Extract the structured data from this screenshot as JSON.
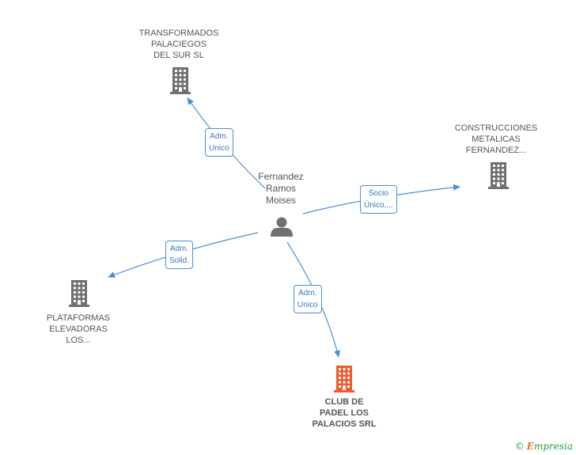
{
  "center_person": {
    "lines": [
      "Fernandez",
      "Ramos",
      "Moises"
    ],
    "icon": "person-icon"
  },
  "companies": [
    {
      "id": "transformados",
      "lines": [
        "TRANSFORMADOS",
        "PALACIEGOS",
        "DEL SUR  SL"
      ],
      "icon": "building-icon",
      "color": "#707070",
      "highlight": false
    },
    {
      "id": "construcciones",
      "lines": [
        "CONSTRUCCIONES",
        "METALICAS",
        "FERNANDEZ..."
      ],
      "icon": "building-icon",
      "color": "#707070",
      "highlight": false
    },
    {
      "id": "plataformas",
      "lines": [
        "PLATAFORMAS",
        "ELEVADORAS",
        "LOS..."
      ],
      "icon": "building-icon",
      "color": "#707070",
      "highlight": false
    },
    {
      "id": "club",
      "lines": [
        "CLUB DE",
        "PADEL LOS",
        "PALACIOS SRL"
      ],
      "icon": "building-icon",
      "color": "#f05a28",
      "highlight": true
    }
  ],
  "relations": [
    {
      "to": "transformados",
      "lines": [
        "Adm.",
        "Unico"
      ]
    },
    {
      "to": "construcciones",
      "lines": [
        "Socio",
        "Único,..."
      ]
    },
    {
      "to": "plataformas",
      "lines": [
        "Adm.",
        "Solid."
      ]
    },
    {
      "to": "club",
      "lines": [
        "Adm.",
        "Unico"
      ]
    }
  ],
  "colors": {
    "edge": "#4a90d9",
    "edge_text": "#3a78c2",
    "building": "#707070",
    "building_focus": "#f05a28",
    "person": "#707070"
  },
  "watermark": {
    "copyright": "©",
    "brand_first": "E",
    "brand_rest": "mpresia"
  }
}
